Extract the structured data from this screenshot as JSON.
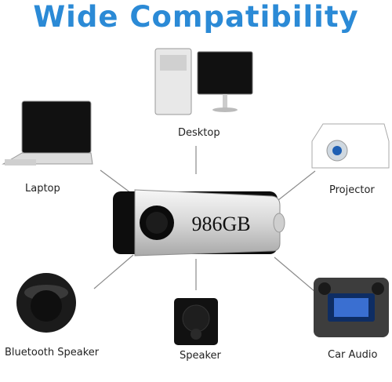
{
  "title": "Wide Compatibility",
  "colors": {
    "title": "#2b8ad6",
    "line": "#8a8a8a",
    "drive_body": "#111111",
    "drive_metal": "#d9d9d9"
  },
  "drive": {
    "capacity": "986GB"
  },
  "devices": [
    {
      "name": "Desktop",
      "icon": "desktop-computer-icon"
    },
    {
      "name": "Laptop",
      "icon": "laptop-icon"
    },
    {
      "name": "Projector",
      "icon": "projector-icon"
    },
    {
      "name": "Bluetooth Speaker",
      "icon": "bluetooth-speaker-icon"
    },
    {
      "name": "Speaker",
      "icon": "speaker-icon"
    },
    {
      "name": "Car Audio",
      "icon": "car-audio-icon"
    }
  ]
}
